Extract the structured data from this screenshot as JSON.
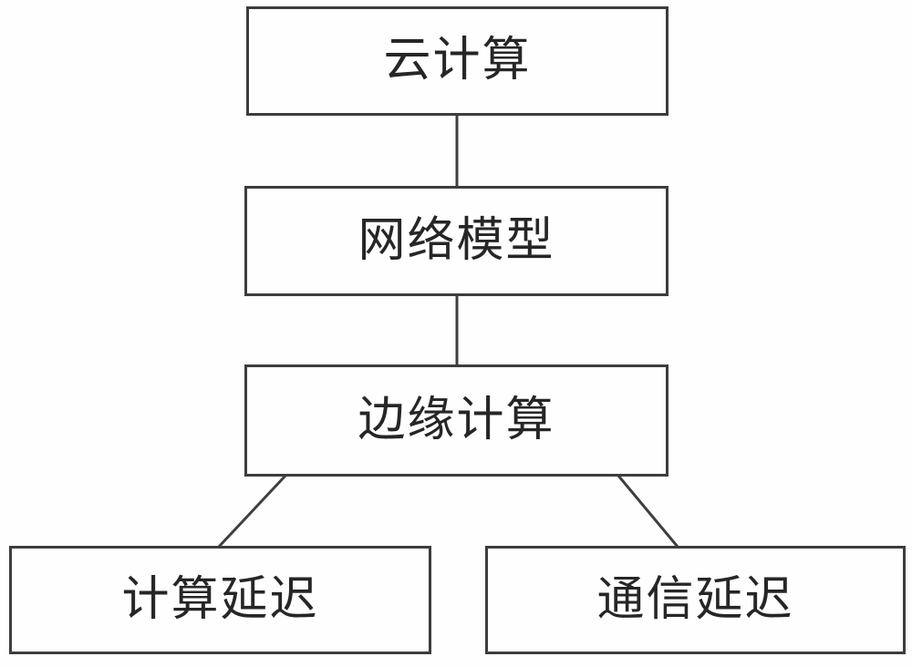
{
  "diagram": {
    "title": "edge-cloud computing flow diagram",
    "nodes": [
      {
        "id": "cloud-computing",
        "label": "云计算"
      },
      {
        "id": "network-model",
        "label": "网络模型"
      },
      {
        "id": "edge-computing",
        "label": "边缘计算"
      },
      {
        "id": "computation-delay",
        "label": "计算延迟"
      },
      {
        "id": "communication-delay",
        "label": "通信延迟"
      }
    ],
    "edges": [
      {
        "from": "cloud-computing",
        "to": "network-model"
      },
      {
        "from": "network-model",
        "to": "edge-computing"
      },
      {
        "from": "edge-computing",
        "to": "computation-delay"
      },
      {
        "from": "edge-computing",
        "to": "communication-delay"
      }
    ],
    "colors": {
      "border": "#3d3d3d",
      "line": "#3f3f3f",
      "text": "#262626",
      "background": "#fefefe"
    }
  }
}
